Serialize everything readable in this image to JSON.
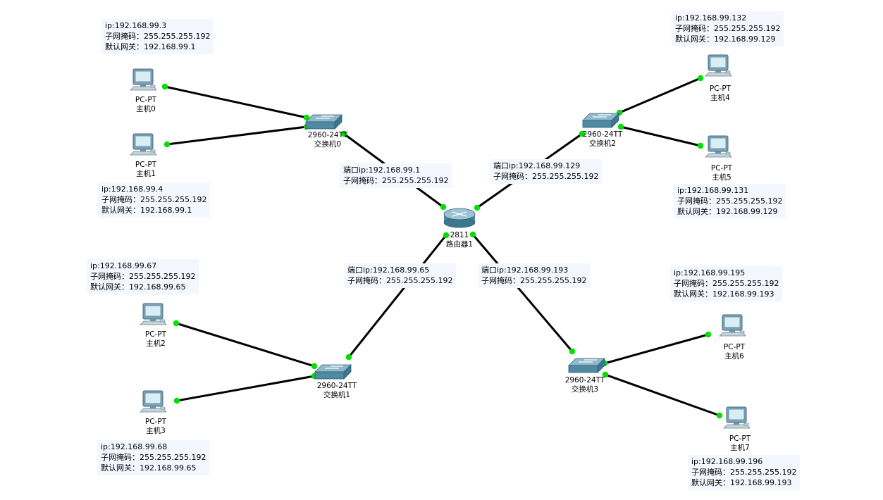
{
  "devices": [
    {
      "id": "pc0",
      "type": "pc",
      "model": "PC-PT",
      "name": "主机0"
    },
    {
      "id": "pc1",
      "type": "pc",
      "model": "PC-PT",
      "name": "主机1"
    },
    {
      "id": "pc2",
      "type": "pc",
      "model": "PC-PT",
      "name": "主机2"
    },
    {
      "id": "pc3",
      "type": "pc",
      "model": "PC-PT",
      "name": "主机3"
    },
    {
      "id": "pc4",
      "type": "pc",
      "model": "PC-PT",
      "name": "主机4"
    },
    {
      "id": "pc5",
      "type": "pc",
      "model": "PC-PT",
      "name": "主机5"
    },
    {
      "id": "pc6",
      "type": "pc",
      "model": "PC-PT",
      "name": "主机6"
    },
    {
      "id": "pc7",
      "type": "pc",
      "model": "PC-PT",
      "name": "主机7"
    },
    {
      "id": "sw0",
      "type": "switch",
      "model": "2960-24TT",
      "name": "交换机0"
    },
    {
      "id": "sw1",
      "type": "switch",
      "model": "2960-24TT",
      "name": "交换机1"
    },
    {
      "id": "sw2",
      "type": "switch",
      "model": "2960-24TT",
      "name": "交换机2"
    },
    {
      "id": "sw3",
      "type": "switch",
      "model": "2960-24TT",
      "name": "交换机3"
    },
    {
      "id": "r1",
      "type": "router",
      "model": "2811",
      "name": "路由器1"
    }
  ],
  "links": [
    {
      "from": "pc0",
      "to": "sw0"
    },
    {
      "from": "pc1",
      "to": "sw0"
    },
    {
      "from": "sw0",
      "to": "r1"
    },
    {
      "from": "pc2",
      "to": "sw1"
    },
    {
      "from": "pc3",
      "to": "sw1"
    },
    {
      "from": "sw1",
      "to": "r1"
    },
    {
      "from": "pc4",
      "to": "sw2"
    },
    {
      "from": "pc5",
      "to": "sw2"
    },
    {
      "from": "sw2",
      "to": "r1"
    },
    {
      "from": "pc6",
      "to": "sw3"
    },
    {
      "from": "pc7",
      "to": "sw3"
    },
    {
      "from": "sw3",
      "to": "r1"
    }
  ],
  "notes": {
    "pc0": [
      "ip:192.168.99.3",
      "子网掩码：255.255.255.192",
      "默认网关：192.168.99.1"
    ],
    "pc1": [
      "ip:192.168.99.4",
      "子网掩码：255.255.255.192",
      "默认网关：192.168.99.1"
    ],
    "pc2": [
      "ip:192.168.99.67",
      "子网掩码：255.255.255.192",
      "默认网关：192.168.99.65"
    ],
    "pc3": [
      "ip:192.168.99.68",
      "子网掩码：255.255.255.192",
      "默认网关：192.168.99.65"
    ],
    "pc4": [
      "ip:192.168.99.132",
      "子网掩码：255.255.255.192",
      "默认网关：192.168.99.129"
    ],
    "pc5": [
      "ip:192.168.99.131",
      "子网掩码：255.255.255.192",
      "默认网关：192.168.99.129"
    ],
    "pc6": [
      "ip:192.168.99.195",
      "子网掩码：255.255.255.192",
      "默认网关：192.168.99.193"
    ],
    "pc7": [
      "ip:192.168.99.196",
      "子网掩码：255.255.255.192",
      "默认网关：192.168.99.193"
    ],
    "r1_port0": [
      "端口ip:192.168.99.1",
      "子网掩码：255.255.255.192"
    ],
    "r1_port1": [
      "端口ip:192.168.99.65",
      "子网掩码：255.255.255.192"
    ],
    "r1_port2": [
      "端口ip:192.168.99.129",
      "子网掩码：255.255.255.192"
    ],
    "r1_port3": [
      "端口ip:192.168.99.193",
      "子网掩码：255.255.255.192"
    ]
  },
  "colors": {
    "link": "#000000",
    "port_up": "#00e000",
    "device": "#5b97b0",
    "note_bg": "#f4f7ff"
  }
}
